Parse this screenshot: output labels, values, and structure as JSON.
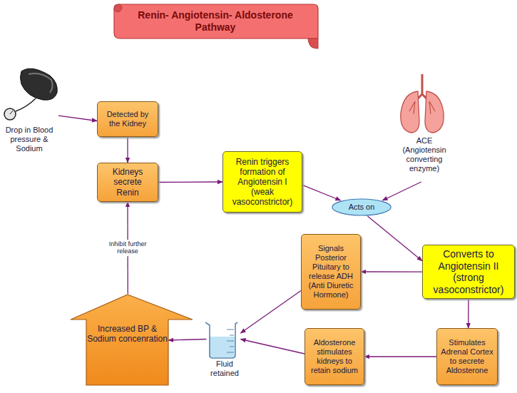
{
  "diagram": {
    "title": "Renin- Angiotensin- Aldosterone Pathway",
    "nodes": [
      {
        "text": [
          "Drop in Blood pressure & Sodium"
        ]
      },
      {
        "text": [
          "Detected by the Kidney"
        ]
      },
      {
        "text": [
          "Kidneys secrete Renin"
        ]
      },
      {
        "text": [
          "Renin triggers formation of Angiotensin I (weak vasoconstrictor)"
        ]
      },
      {
        "text": [
          "ACE (Angiotensin converting enzyme)"
        ]
      },
      {
        "text": [
          "Acts on"
        ]
      },
      {
        "text": [
          "Converts to Angiotensin II (strong vasoconstrictor)"
        ]
      },
      {
        "text": [
          "Signals Posterior Pituitary to release ADH (Anti Diuretic Hormone)"
        ]
      },
      {
        "text": [
          "Fluid retained"
        ]
      },
      {
        "text": [
          "Increased BP & Sodium concenration"
        ]
      },
      {
        "text": [
          "Aldosterone stimulates kidneys to retain sodium"
        ]
      },
      {
        "text": [
          "Stimulates Adrenal Cortex to secrete Aldosterone"
        ]
      }
    ],
    "edges": [
      {
        "from": 0,
        "to": 1,
        "arrow": "to"
      },
      {
        "from": 1,
        "to": 2,
        "arrow": "to"
      },
      {
        "from": 2,
        "to": 3,
        "arrow": "to"
      },
      {
        "from": 3,
        "to": 5,
        "arrow": "to"
      },
      {
        "from": 4,
        "to": 5,
        "arrow": "to"
      },
      {
        "from": 5,
        "to": 6,
        "arrow": "to"
      },
      {
        "from": 6,
        "to": 7,
        "arrow": "to"
      },
      {
        "from": 6,
        "to": 11,
        "arrow": "to"
      },
      {
        "from": 11,
        "to": 10,
        "arrow": "to"
      },
      {
        "from": 10,
        "to": 8,
        "arrow": "to"
      },
      {
        "from": 7,
        "to": 8,
        "arrow": "to"
      },
      {
        "from": 8,
        "to": 9,
        "arrow": "to"
      },
      {
        "from": 9,
        "to": 2,
        "label": "Inhibit further release",
        "arrow": "to"
      }
    ]
  }
}
